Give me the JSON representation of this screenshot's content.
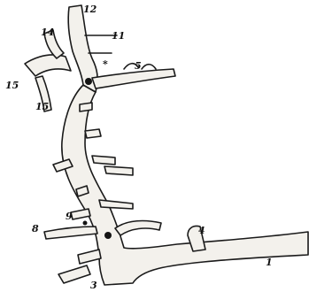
{
  "labels": {
    "l12": "12",
    "l14": "14",
    "l11": "11",
    "star": "*",
    "l5": "5",
    "l15a": "15",
    "l15b": "15",
    "l9": "9",
    "l8": "8",
    "l4": "4",
    "l3": "3",
    "l1": "1"
  }
}
